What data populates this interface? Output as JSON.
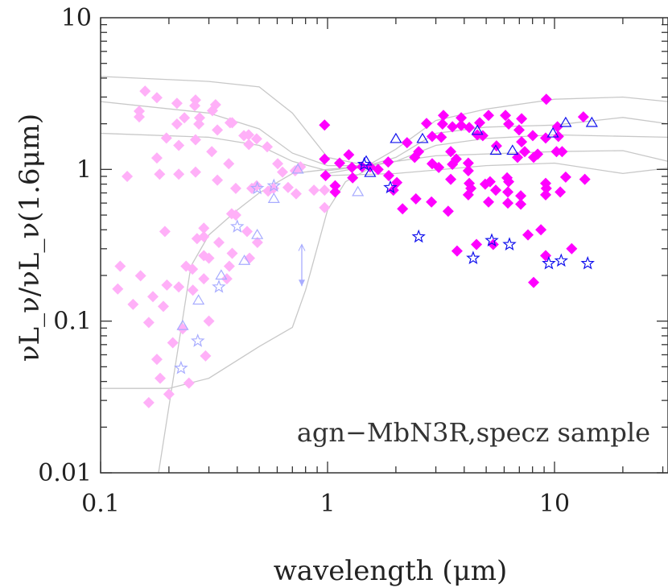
{
  "chart_data": {
    "type": "scatter",
    "xlabel": "wavelength (μm)",
    "ylabel": "νL_ν/νL_ν(1.6μm)",
    "annotation": "agn−MbN3R,specz sample",
    "xscale": "log",
    "yscale": "log",
    "xlim": [
      0.1,
      31.6
    ],
    "ylim": [
      0.01,
      10
    ],
    "x_ticks": [
      {
        "value": 0.1,
        "label": "0.1"
      },
      {
        "value": 1,
        "label": "1"
      },
      {
        "value": 10,
        "label": "10"
      }
    ],
    "y_ticks": [
      {
        "value": 0.01,
        "label": "0.01"
      },
      {
        "value": 0.1,
        "label": "0.1"
      },
      {
        "value": 1,
        "label": "1"
      },
      {
        "value": 10,
        "label": "10"
      }
    ],
    "grid": false,
    "colors": {
      "bright_diamond": "#ff00ff",
      "faint_diamond": "#ffb0f8",
      "bright_open": "#1010ee",
      "faint_open": "#a8acff",
      "template": "#c8c8c8",
      "axis": "#333333"
    },
    "series": [
      {
        "marker": "diamond",
        "style": "bright",
        "points": [
          [
            0.97,
            1.96
          ],
          [
            9.2,
            2.9
          ],
          [
            3.24,
            2.27
          ],
          [
            3.88,
            2.19
          ],
          [
            5.12,
            2.27
          ],
          [
            6.08,
            2.27
          ],
          [
            7.16,
            2.16
          ],
          [
            2.73,
            2.01
          ],
          [
            3.21,
            1.99
          ],
          [
            3.55,
            1.91
          ],
          [
            3.88,
            1.95
          ],
          [
            4.21,
            1.89
          ],
          [
            4.68,
            2.03
          ],
          [
            6.28,
            1.99
          ],
          [
            6.98,
            1.82
          ],
          [
            13.4,
            2.22
          ],
          [
            10.3,
            1.91
          ],
          [
            2.89,
            1.65
          ],
          [
            3.17,
            1.63
          ],
          [
            4.83,
            1.67
          ],
          [
            4.57,
            1.69
          ],
          [
            2.24,
            1.5
          ],
          [
            8.02,
            1.67
          ],
          [
            9.14,
            1.61
          ],
          [
            10.4,
            1.65
          ],
          [
            7.16,
            1.52
          ],
          [
            5.55,
            1.43
          ],
          [
            0.97,
            1.17
          ],
          [
            1.24,
            1.25
          ],
          [
            1.13,
            1.1
          ],
          [
            1.85,
            1.12
          ],
          [
            2.52,
            1.31
          ],
          [
            2.42,
            1.2
          ],
          [
            3.49,
            1.31
          ],
          [
            3.69,
            1.17
          ],
          [
            2.89,
            1.09
          ],
          [
            3.09,
            1.03
          ],
          [
            3.55,
            1.08
          ],
          [
            4.17,
            1.1
          ],
          [
            4.17,
            0.98
          ],
          [
            6.87,
            1.2
          ],
          [
            7.39,
            1.31
          ],
          [
            8.09,
            1.2
          ],
          [
            8.43,
            1.26
          ],
          [
            10.2,
            1.31
          ],
          [
            10.8,
            1.31
          ],
          [
            1.28,
            1.03
          ],
          [
            1.42,
            1.04
          ],
          [
            1.54,
            1.04
          ],
          [
            1.67,
            1.0
          ],
          [
            0.98,
            0.91
          ],
          [
            1.29,
            0.88
          ],
          [
            1.08,
            0.78
          ],
          [
            1.08,
            0.71
          ],
          [
            1.86,
            0.91
          ],
          [
            2.02,
            0.82
          ],
          [
            1.95,
            0.73
          ],
          [
            3.49,
            0.86
          ],
          [
            4.21,
            0.81
          ],
          [
            4.28,
            0.75
          ],
          [
            4.17,
            0.68
          ],
          [
            4.95,
            0.8
          ],
          [
            5.2,
            0.83
          ],
          [
            6.18,
            0.88
          ],
          [
            6.28,
            0.83
          ],
          [
            5.51,
            0.73
          ],
          [
            6.23,
            0.71
          ],
          [
            5.12,
            0.61
          ],
          [
            6.23,
            0.6
          ],
          [
            7.1,
            0.67
          ],
          [
            7.1,
            0.59
          ],
          [
            9.14,
            0.81
          ],
          [
            9.2,
            0.75
          ],
          [
            9.14,
            0.68
          ],
          [
            10.6,
            0.71
          ],
          [
            11.2,
            0.89
          ],
          [
            13.6,
            0.86
          ],
          [
            2.45,
            0.64
          ],
          [
            2.87,
            0.61
          ],
          [
            2.14,
            0.55
          ],
          [
            3.4,
            0.53
          ],
          [
            7.64,
            0.37
          ],
          [
            8.71,
            0.4
          ],
          [
            3.72,
            0.29
          ],
          [
            4.53,
            0.32
          ],
          [
            5.37,
            0.32
          ],
          [
            11.9,
            0.3
          ],
          [
            9.14,
            0.27
          ],
          [
            8.09,
            0.18
          ]
        ]
      },
      {
        "marker": "diamond",
        "style": "faint",
        "points": [
          [
            0.157,
            3.28
          ],
          [
            0.177,
            2.97
          ],
          [
            0.148,
            2.42
          ],
          [
            0.148,
            2.22
          ],
          [
            0.217,
            2.73
          ],
          [
            0.262,
            2.87
          ],
          [
            0.26,
            2.63
          ],
          [
            0.321,
            2.67
          ],
          [
            0.311,
            2.44
          ],
          [
            0.234,
            2.19
          ],
          [
            0.273,
            2.19
          ],
          [
            0.217,
            1.99
          ],
          [
            0.271,
            1.99
          ],
          [
            0.372,
            2.03
          ],
          [
            0.38,
            2.03
          ],
          [
            0.327,
            1.82
          ],
          [
            0.195,
            1.61
          ],
          [
            0.221,
            1.44
          ],
          [
            0.262,
            1.57
          ],
          [
            0.309,
            1.31
          ],
          [
            0.177,
            1.19
          ],
          [
            0.182,
            0.93
          ],
          [
            0.221,
            0.93
          ],
          [
            0.262,
            0.96
          ],
          [
            0.131,
            0.9
          ],
          [
            0.327,
            0.85
          ],
          [
            0.367,
            1.09
          ],
          [
            0.428,
            1.67
          ],
          [
            0.449,
            1.69
          ],
          [
            0.487,
            1.59
          ],
          [
            0.45,
            1.46
          ],
          [
            0.542,
            1.41
          ],
          [
            0.603,
            1.09
          ],
          [
            0.633,
            0.96
          ],
          [
            0.394,
            0.75
          ],
          [
            0.464,
            0.75
          ],
          [
            0.487,
            0.78
          ],
          [
            0.547,
            0.72
          ],
          [
            0.578,
            0.75
          ],
          [
            0.67,
            0.76
          ],
          [
            0.727,
            0.69
          ],
          [
            0.871,
            0.73
          ],
          [
            0.97,
            0.73
          ],
          [
            0.97,
            0.56
          ],
          [
            0.72,
            0.98
          ],
          [
            0.76,
            1.04
          ],
          [
            0.378,
            0.51
          ],
          [
            0.394,
            0.5
          ],
          [
            0.192,
            0.39
          ],
          [
            0.285,
            0.41
          ],
          [
            0.285,
            0.36
          ],
          [
            0.442,
            0.39
          ],
          [
            0.122,
            0.23
          ],
          [
            0.119,
            0.163
          ],
          [
            0.139,
            0.129
          ],
          [
            0.15,
            0.199
          ],
          [
            0.163,
            0.098
          ],
          [
            0.17,
            0.145
          ],
          [
            0.189,
            0.125
          ],
          [
            0.196,
            0.173
          ],
          [
            0.221,
            0.168
          ],
          [
            0.238,
            0.23
          ],
          [
            0.254,
            0.22
          ],
          [
            0.266,
            0.35
          ],
          [
            0.285,
            0.27
          ],
          [
            0.3,
            0.26
          ],
          [
            0.332,
            0.33
          ],
          [
            0.369,
            0.23
          ],
          [
            0.453,
            0.26
          ],
          [
            0.491,
            0.33
          ],
          [
            0.38,
            0.28
          ],
          [
            0.36,
            0.19
          ],
          [
            0.285,
            0.19
          ],
          [
            0.177,
            0.056
          ],
          [
            0.208,
            0.072
          ],
          [
            0.183,
            0.042
          ],
          [
            0.2,
            0.033
          ],
          [
            0.163,
            0.029
          ],
          [
            0.245,
            0.039
          ],
          [
            0.29,
            0.059
          ],
          [
            0.23,
            0.089
          ],
          [
            0.3,
            0.1
          ],
          [
            0.255,
            0.16
          ]
        ]
      },
      {
        "marker": "star",
        "style": "bright",
        "points": [
          [
            2.52,
            0.36
          ],
          [
            4.38,
            0.26
          ],
          [
            5.29,
            0.34
          ],
          [
            6.33,
            0.32
          ],
          [
            9.44,
            0.24
          ],
          [
            10.7,
            0.25
          ],
          [
            14.0,
            0.24
          ],
          [
            1.89,
            0.76
          ],
          [
            1.45,
            1.08
          ]
        ]
      },
      {
        "marker": "star",
        "style": "faint",
        "points": [
          [
            0.226,
            0.049
          ],
          [
            0.268,
            0.074
          ],
          [
            0.332,
            0.168
          ],
          [
            0.4,
            0.42
          ],
          [
            0.49,
            0.75
          ],
          [
            0.58,
            0.78
          ]
        ]
      },
      {
        "marker": "triangle",
        "style": "bright",
        "points": [
          [
            2.0,
            1.59
          ],
          [
            2.62,
            1.59
          ],
          [
            4.57,
            1.8
          ],
          [
            5.51,
            1.33
          ],
          [
            6.53,
            1.33
          ],
          [
            9.84,
            1.73
          ],
          [
            11.2,
            2.03
          ],
          [
            14.6,
            2.03
          ],
          [
            1.48,
            1.13
          ],
          [
            1.54,
            0.95
          ]
        ]
      },
      {
        "marker": "triangle",
        "style": "faint",
        "points": [
          [
            0.23,
            0.093
          ],
          [
            0.27,
            0.137
          ],
          [
            0.34,
            0.2
          ],
          [
            0.43,
            0.25
          ],
          [
            0.49,
            0.37
          ],
          [
            0.58,
            0.64
          ],
          [
            1.36,
            0.71
          ],
          [
            0.74,
            1.0
          ]
        ]
      }
    ],
    "upper_limits": [
      {
        "x": 0.77,
        "y_from": 0.32,
        "y_to": 0.17
      }
    ],
    "templates": [
      [
        [
          0.1,
          4.1
        ],
        [
          0.3,
          3.8
        ],
        [
          0.5,
          3.5
        ],
        [
          0.7,
          2.35
        ],
        [
          1,
          1.2
        ],
        [
          1.5,
          1.06
        ],
        [
          2,
          1.36
        ],
        [
          3,
          2.1
        ],
        [
          5,
          2.5
        ],
        [
          10,
          2.9
        ],
        [
          20,
          3.0
        ],
        [
          31.6,
          2.8
        ]
      ],
      [
        [
          0.1,
          2.8
        ],
        [
          0.3,
          2.35
        ],
        [
          0.5,
          1.85
        ],
        [
          0.7,
          1.28
        ],
        [
          1,
          1.06
        ],
        [
          1.5,
          1.06
        ],
        [
          2,
          1.2
        ],
        [
          3,
          1.73
        ],
        [
          5,
          1.9
        ],
        [
          10,
          1.96
        ],
        [
          20,
          2.2
        ],
        [
          31.6,
          2.0
        ]
      ],
      [
        [
          0.1,
          1.73
        ],
        [
          0.3,
          1.63
        ],
        [
          0.5,
          1.44
        ],
        [
          0.7,
          1.13
        ],
        [
          1,
          0.98
        ],
        [
          1.5,
          1.06
        ],
        [
          2,
          1.13
        ],
        [
          3,
          1.44
        ],
        [
          5,
          1.6
        ],
        [
          10,
          1.69
        ],
        [
          31.6,
          1.63
        ]
      ],
      [
        [
          1,
          0.94
        ],
        [
          2,
          1.13
        ],
        [
          3,
          1.23
        ],
        [
          10,
          1.31
        ],
        [
          20,
          1.33
        ],
        [
          31.6,
          1.13
        ]
      ],
      [
        [
          1,
          0.91
        ],
        [
          2,
          0.94
        ],
        [
          5,
          1.06
        ],
        [
          10,
          1.1
        ],
        [
          20,
          0.94
        ],
        [
          31.6,
          1.02
        ]
      ],
      [
        [
          0.18,
          0.01
        ],
        [
          0.25,
          0.23
        ],
        [
          0.3,
          0.37
        ],
        [
          0.4,
          0.54
        ],
        [
          0.5,
          0.7
        ],
        [
          0.7,
          0.94
        ],
        [
          1,
          1.0
        ],
        [
          1.5,
          1.06
        ],
        [
          2,
          1.13
        ]
      ],
      [
        [
          0.1,
          0.036
        ],
        [
          0.2,
          0.036
        ],
        [
          0.3,
          0.042
        ],
        [
          0.5,
          0.068
        ],
        [
          0.7,
          0.091
        ],
        [
          0.8,
          0.16
        ],
        [
          1,
          0.54
        ],
        [
          1.2,
          0.83
        ],
        [
          1.5,
          1.0
        ]
      ]
    ]
  }
}
